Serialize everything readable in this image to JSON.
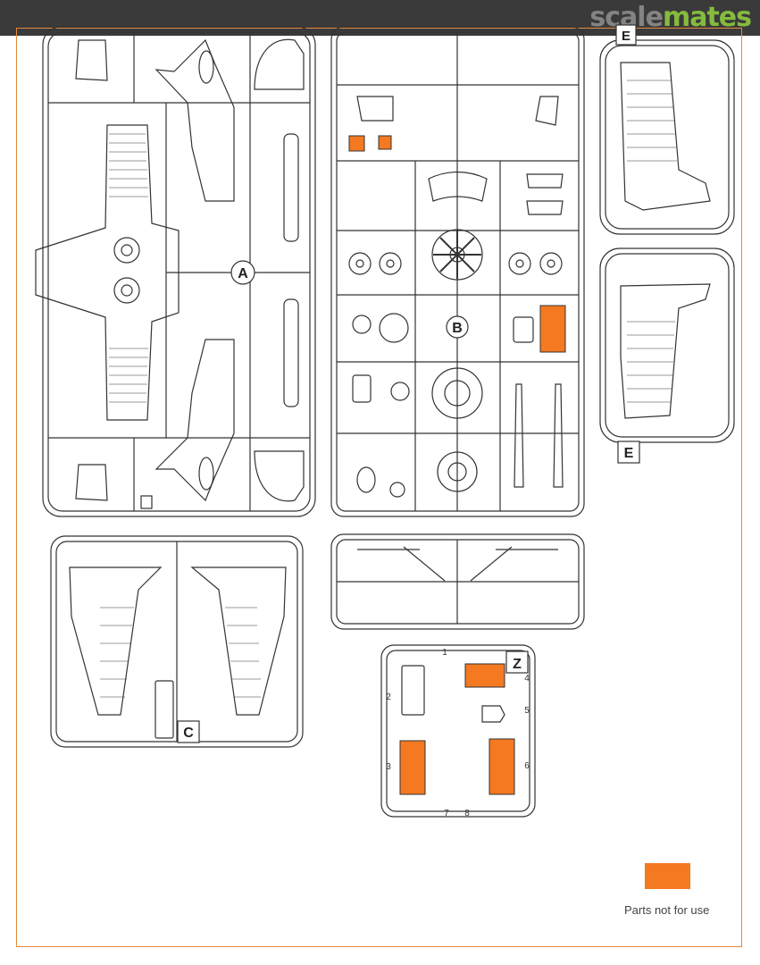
{
  "header": {
    "logo_part1": "scale",
    "logo_part2": "mates"
  },
  "sprues": {
    "A": {
      "label": "A"
    },
    "B": {
      "label": "B"
    },
    "C": {
      "label": "C"
    },
    "E": {
      "label": "E"
    },
    "Z": {
      "label": "Z",
      "part_numbers": [
        "1",
        "2",
        "3",
        "4",
        "5",
        "6",
        "7",
        "8"
      ]
    }
  },
  "legend": {
    "text": "Parts not for use",
    "color": "#f47920"
  },
  "colors": {
    "frame": "#e58a3a",
    "line": "#333333",
    "highlight": "#f47920"
  }
}
